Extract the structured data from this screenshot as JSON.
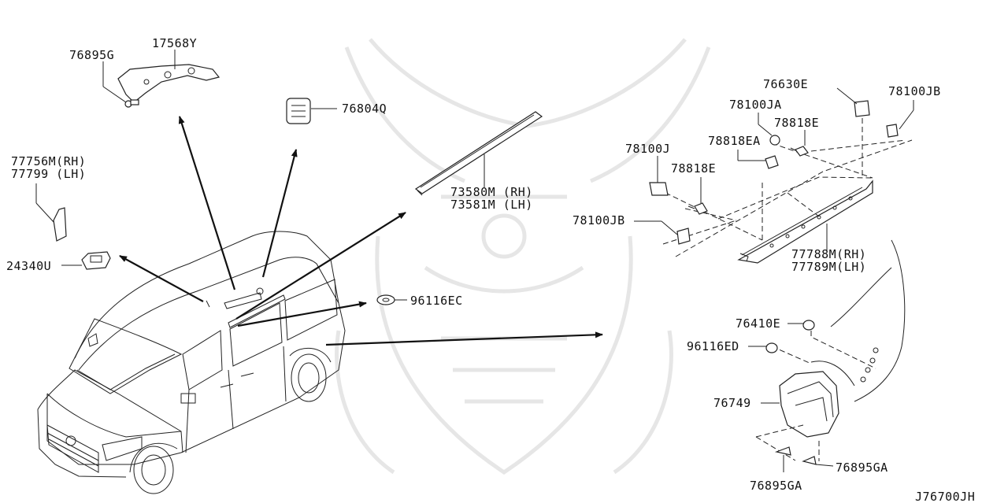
{
  "diagram_id": "J76700JH",
  "labels": {
    "p76895G": "76895G",
    "p17568Y": "17568Y",
    "p76804Q": "76804Q",
    "p77756M": "77756M(RH)",
    "p77799": "77799 (LH)",
    "p24340U": "24340U",
    "p73580M": "73580M (RH)",
    "p73581M": "73581M (LH)",
    "p96116EC": "96116EC",
    "p76630E": "76630E",
    "p78100JA": "78100JA",
    "p78100JB_top": "78100JB",
    "p78818E_top": "78818E",
    "p78818EA": "78818EA",
    "p78100J": "78100J",
    "p78818E_mid": "78818E",
    "p78100JB_mid": "78100JB",
    "p77788M": "77788M(RH)",
    "p77789M": "77789M(LH)",
    "p76410E": "76410E",
    "p96116ED": "96116ED",
    "p76749": "76749",
    "p76895GA_bottom": "76895GA",
    "p76895GA_right": "76895GA"
  },
  "colors": {
    "line": "#222222",
    "watermark": "#e6e6e6",
    "background": "#ffffff"
  }
}
